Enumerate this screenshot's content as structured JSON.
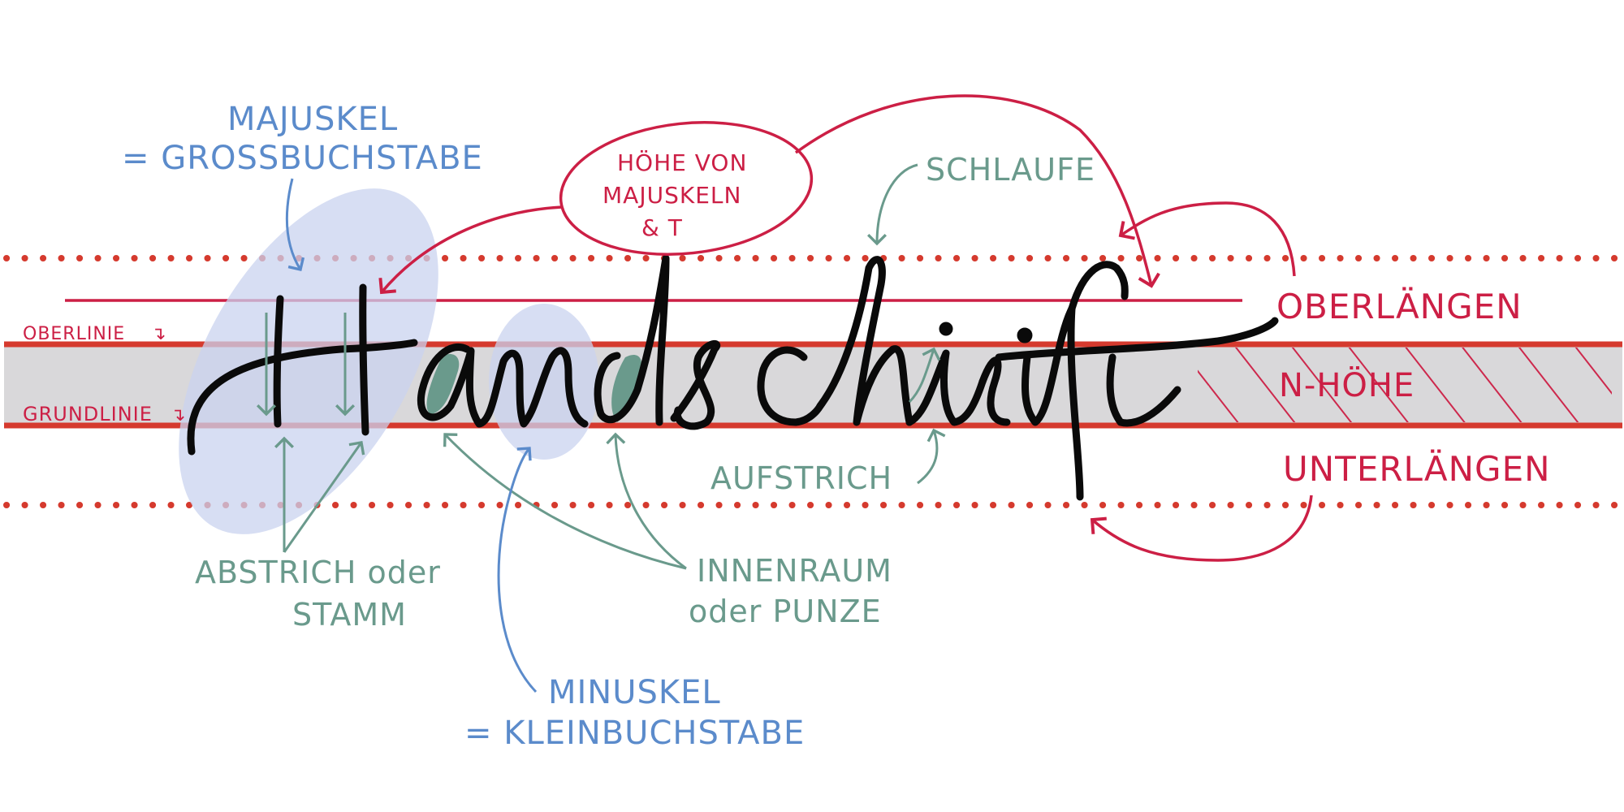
{
  "title": "Handschrift",
  "colors": {
    "band_fill": "#d9d8da",
    "guide_red": "#d53a2e",
    "annotation_red": "#cc1f45",
    "annotation_blue": "#5b8bcb",
    "annotation_green": "#6a9a8c",
    "highlight_blue": "#c9d3ef",
    "ink": "#0a0a0a"
  },
  "word": "Handschrift",
  "lines": {
    "oberlinie": "OBERLINIE",
    "grundlinie": "GRUNDLINIE"
  },
  "labels": {
    "majuskel_line1": "MAJUSKEL",
    "majuskel_line2": "= GROSSBUCHSTABE",
    "hoehe_line1": "HÖHE VON",
    "hoehe_line2": "MAJUSKELN",
    "hoehe_line3": "& T",
    "schlaufe": "SCHLAUFE",
    "oberlaengen": "OBERLÄNGEN",
    "n_hoehe": "N-HÖHE",
    "unterlaengen": "UNTERLÄNGEN",
    "aufstrich": "AUFSTRICH",
    "abstrich_line1": "ABSTRICH oder",
    "abstrich_line2": "STAMM",
    "innenraum_line1": "INNENRAUM",
    "innenraum_line2": "oder PUNZE",
    "minuskel_line1": "MINUSKEL",
    "minuskel_line2": "= KLEINBUCHSTABE"
  }
}
